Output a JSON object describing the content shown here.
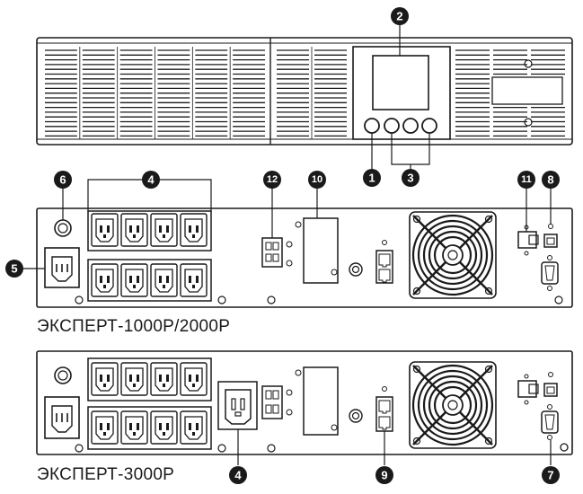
{
  "models": {
    "model_1": "ЭКСПЕРТ-1000Р/2000Р",
    "model_2": "ЭКСПЕРТ-3000Р"
  },
  "callouts": {
    "c1": "1",
    "c2": "2",
    "c3": "3",
    "c4_top": "4",
    "c4_bottom": "4",
    "c5": "5",
    "c6": "6",
    "c7": "7",
    "c8": "8",
    "c9": "9",
    "c10": "10",
    "c11": "11",
    "c12": "12"
  },
  "colors": {
    "ink": "#1a1a1a",
    "paper": "#ffffff"
  }
}
